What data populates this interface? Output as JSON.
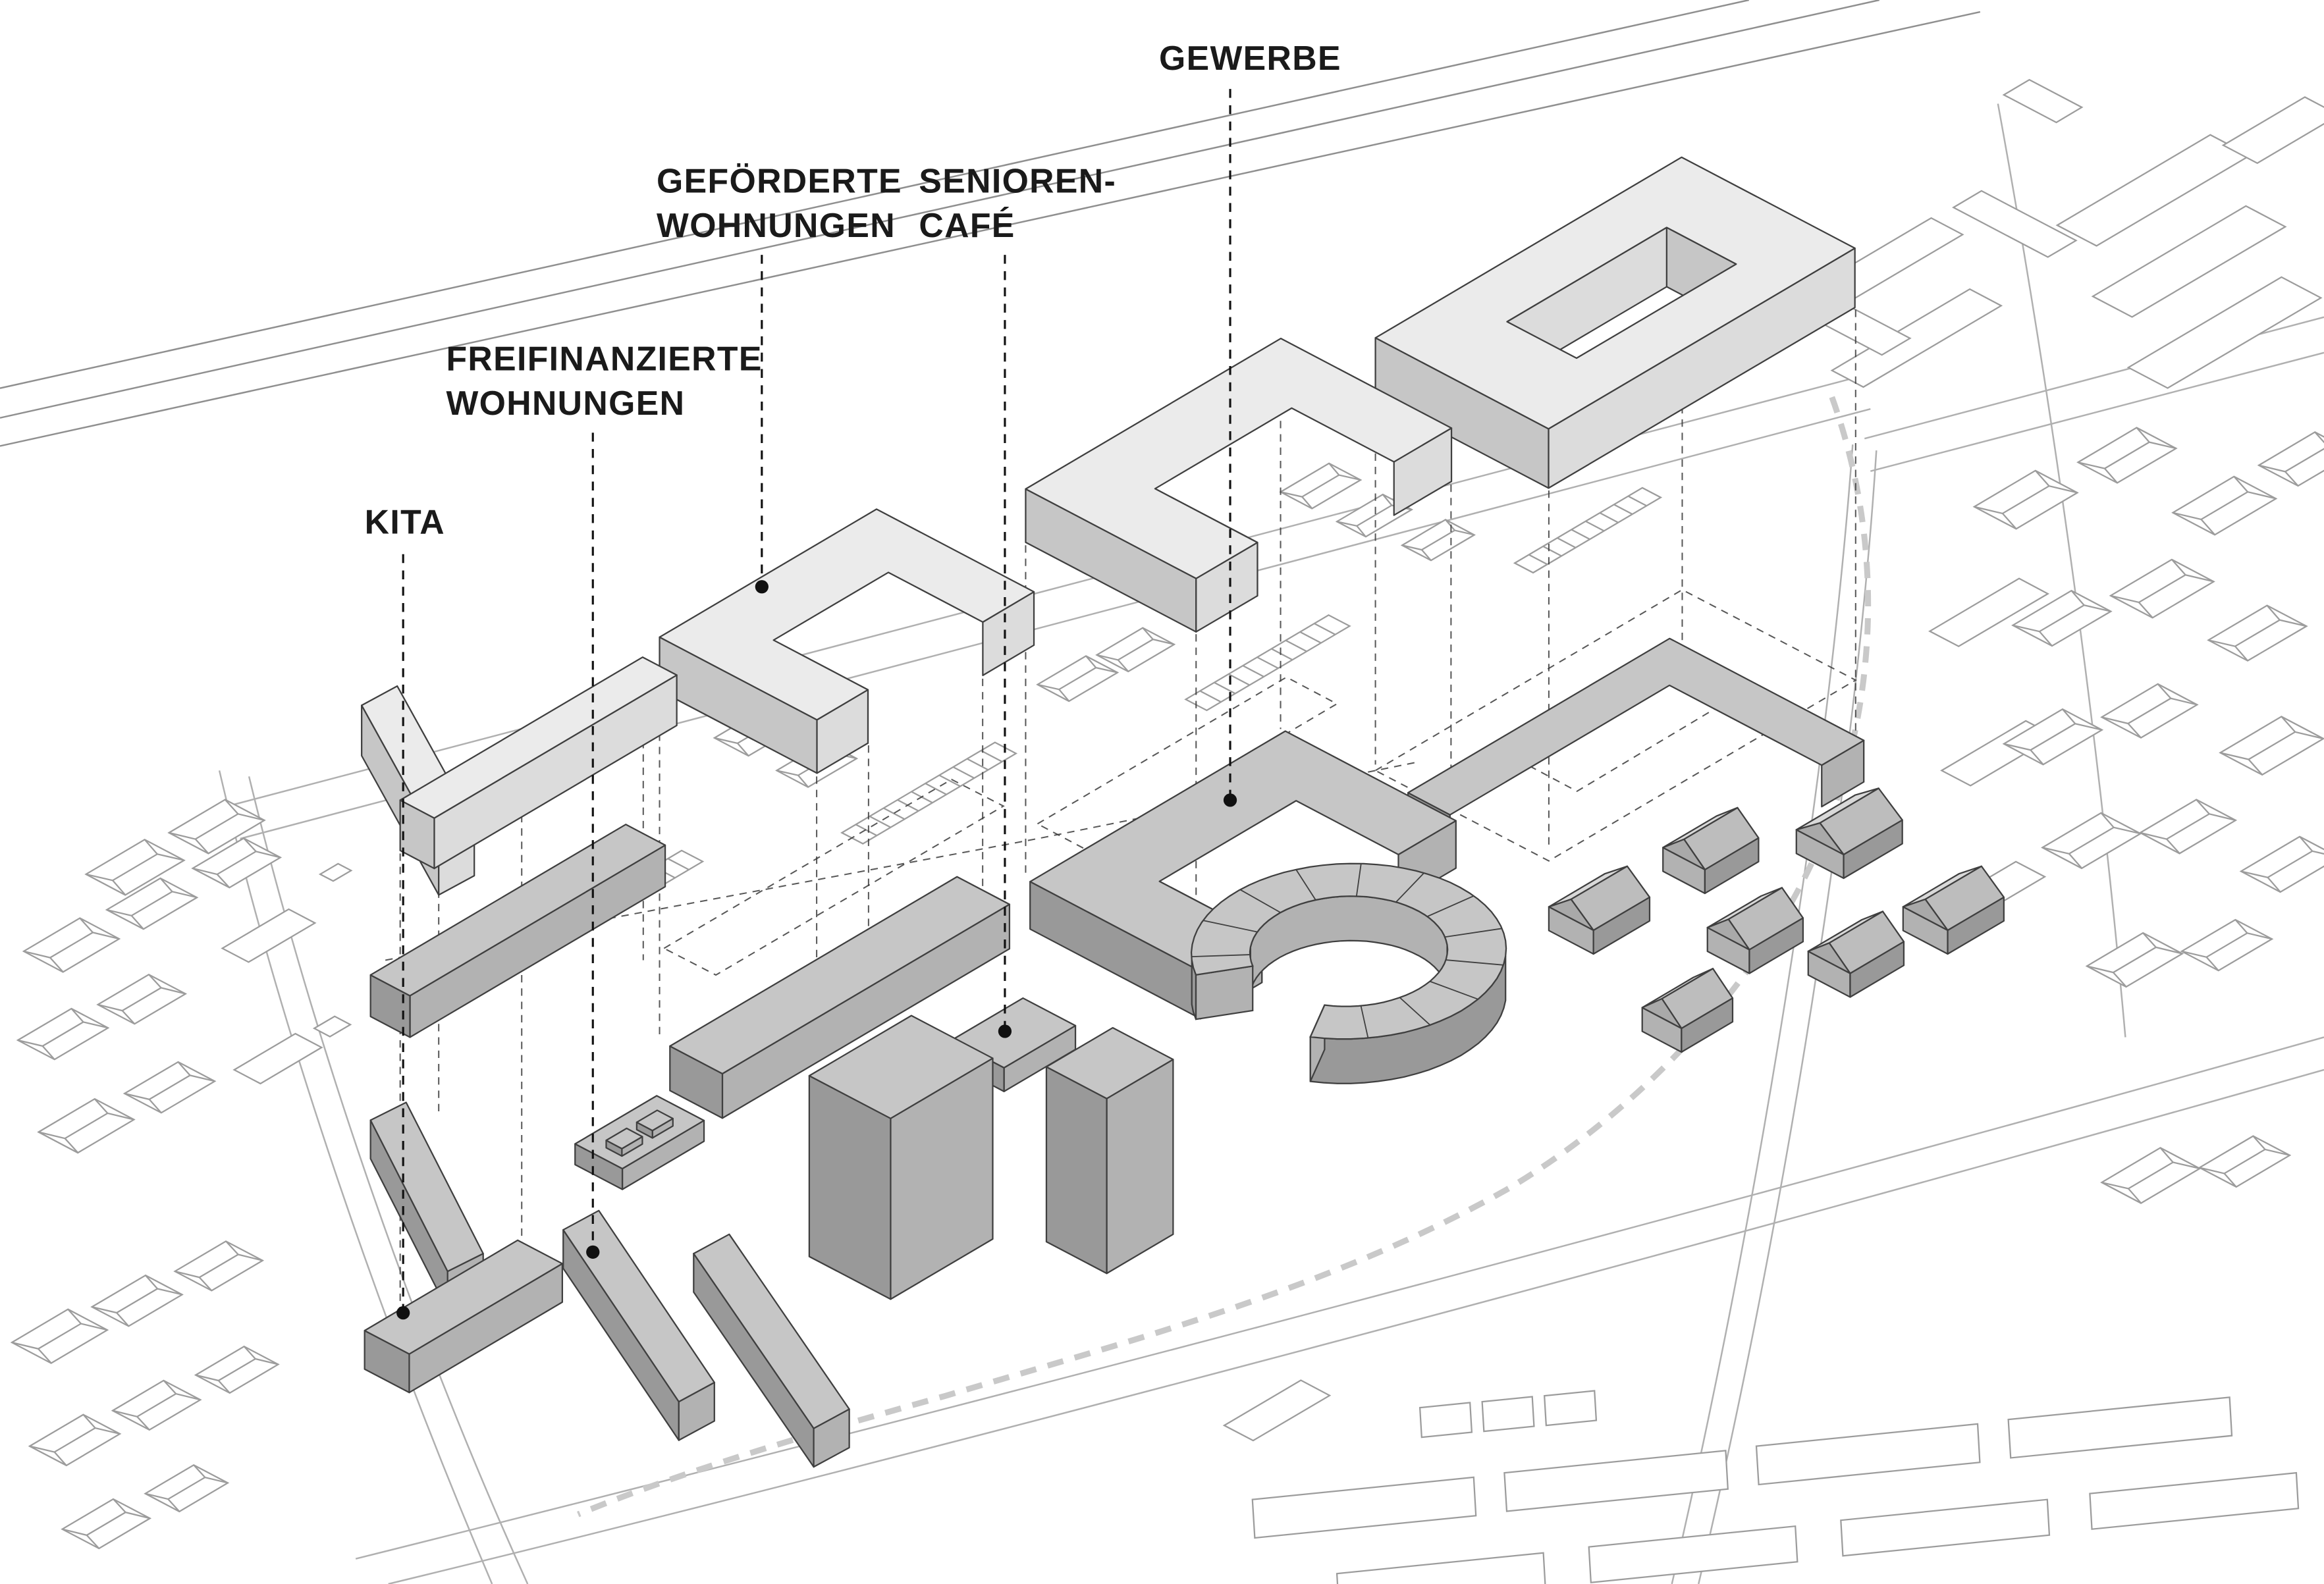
{
  "diagram": {
    "type": "axonometric-site-diagram",
    "labels": {
      "gewerbe": {
        "line1": "GEWERBE"
      },
      "gefoerderte": {
        "line1": "GEFÖRDERTE",
        "line2": "WOHNUNGEN"
      },
      "senioren": {
        "line1": "SENIOREN-",
        "line2": "CAFÉ"
      },
      "freifinanziert": {
        "line1": "FREIFINANZIERTE",
        "line2": "WOHNUNGEN"
      },
      "kita": {
        "line1": "KITA"
      }
    },
    "colors": {
      "background": "#ffffff",
      "label_text": "#1a1a1a",
      "upper_top": "#ebebeb",
      "upper_side_mid": "#dcdcdc",
      "upper_side_dark": "#c6c6c6",
      "ground_top": "#c6c6c6",
      "ground_side_mid": "#b2b2b2",
      "ground_side_dark": "#999999",
      "outline": "#3f3f3f",
      "context_line": "#9c9c9c",
      "dashed_path": "#c9c9c9"
    }
  }
}
